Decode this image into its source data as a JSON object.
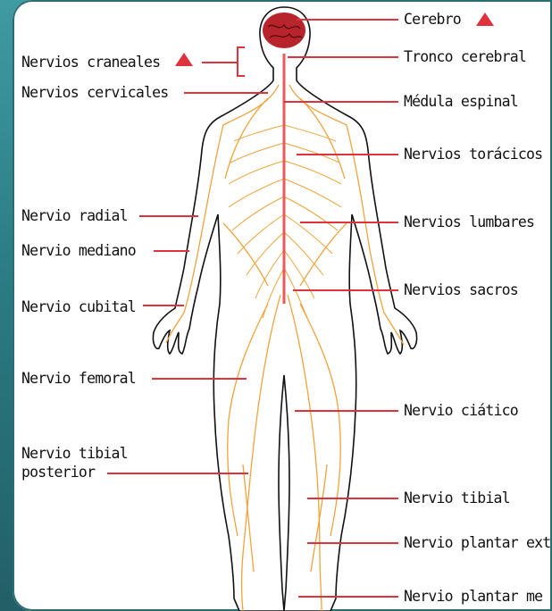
{
  "labels": {
    "left": {
      "nervios_craneales": "Nervios craneales",
      "nervios_cervicales": "Nervios cervicales",
      "nervio_radial": "Nervio radial",
      "nervio_mediano": "Nervio mediano",
      "nervio_cubital": "Nervio cubital",
      "nervio_femoral": "Nervio femoral",
      "nervio_tibial_posterior_line1": "Nervio tibial",
      "nervio_tibial_posterior_line2": "posterior"
    },
    "right": {
      "cerebro": "Cerebro",
      "tronco_cerebral": "Tronco cerebral",
      "medula_espinal": "Médula espinal",
      "nervios_toracicos": "Nervios torácicos",
      "nervios_lumbares": "Nervios lumbares",
      "nervios_sacros": "Nervios sacros",
      "nervio_ciatico": "Nervio ciático",
      "nervio_tibial": "Nervio tibial",
      "nervio_plantar_ext": "Nervio plantar ext",
      "nervio_plantar_me": "Nervio plantar me"
    }
  },
  "colors": {
    "leader_line": "#e0323c",
    "nerve": "#f0a33c",
    "spine": "#e85a5a",
    "brain": "#b8242c",
    "outline": "#111111",
    "frame": "#2f7f86"
  },
  "icons": {
    "marker": "red-triangle"
  }
}
